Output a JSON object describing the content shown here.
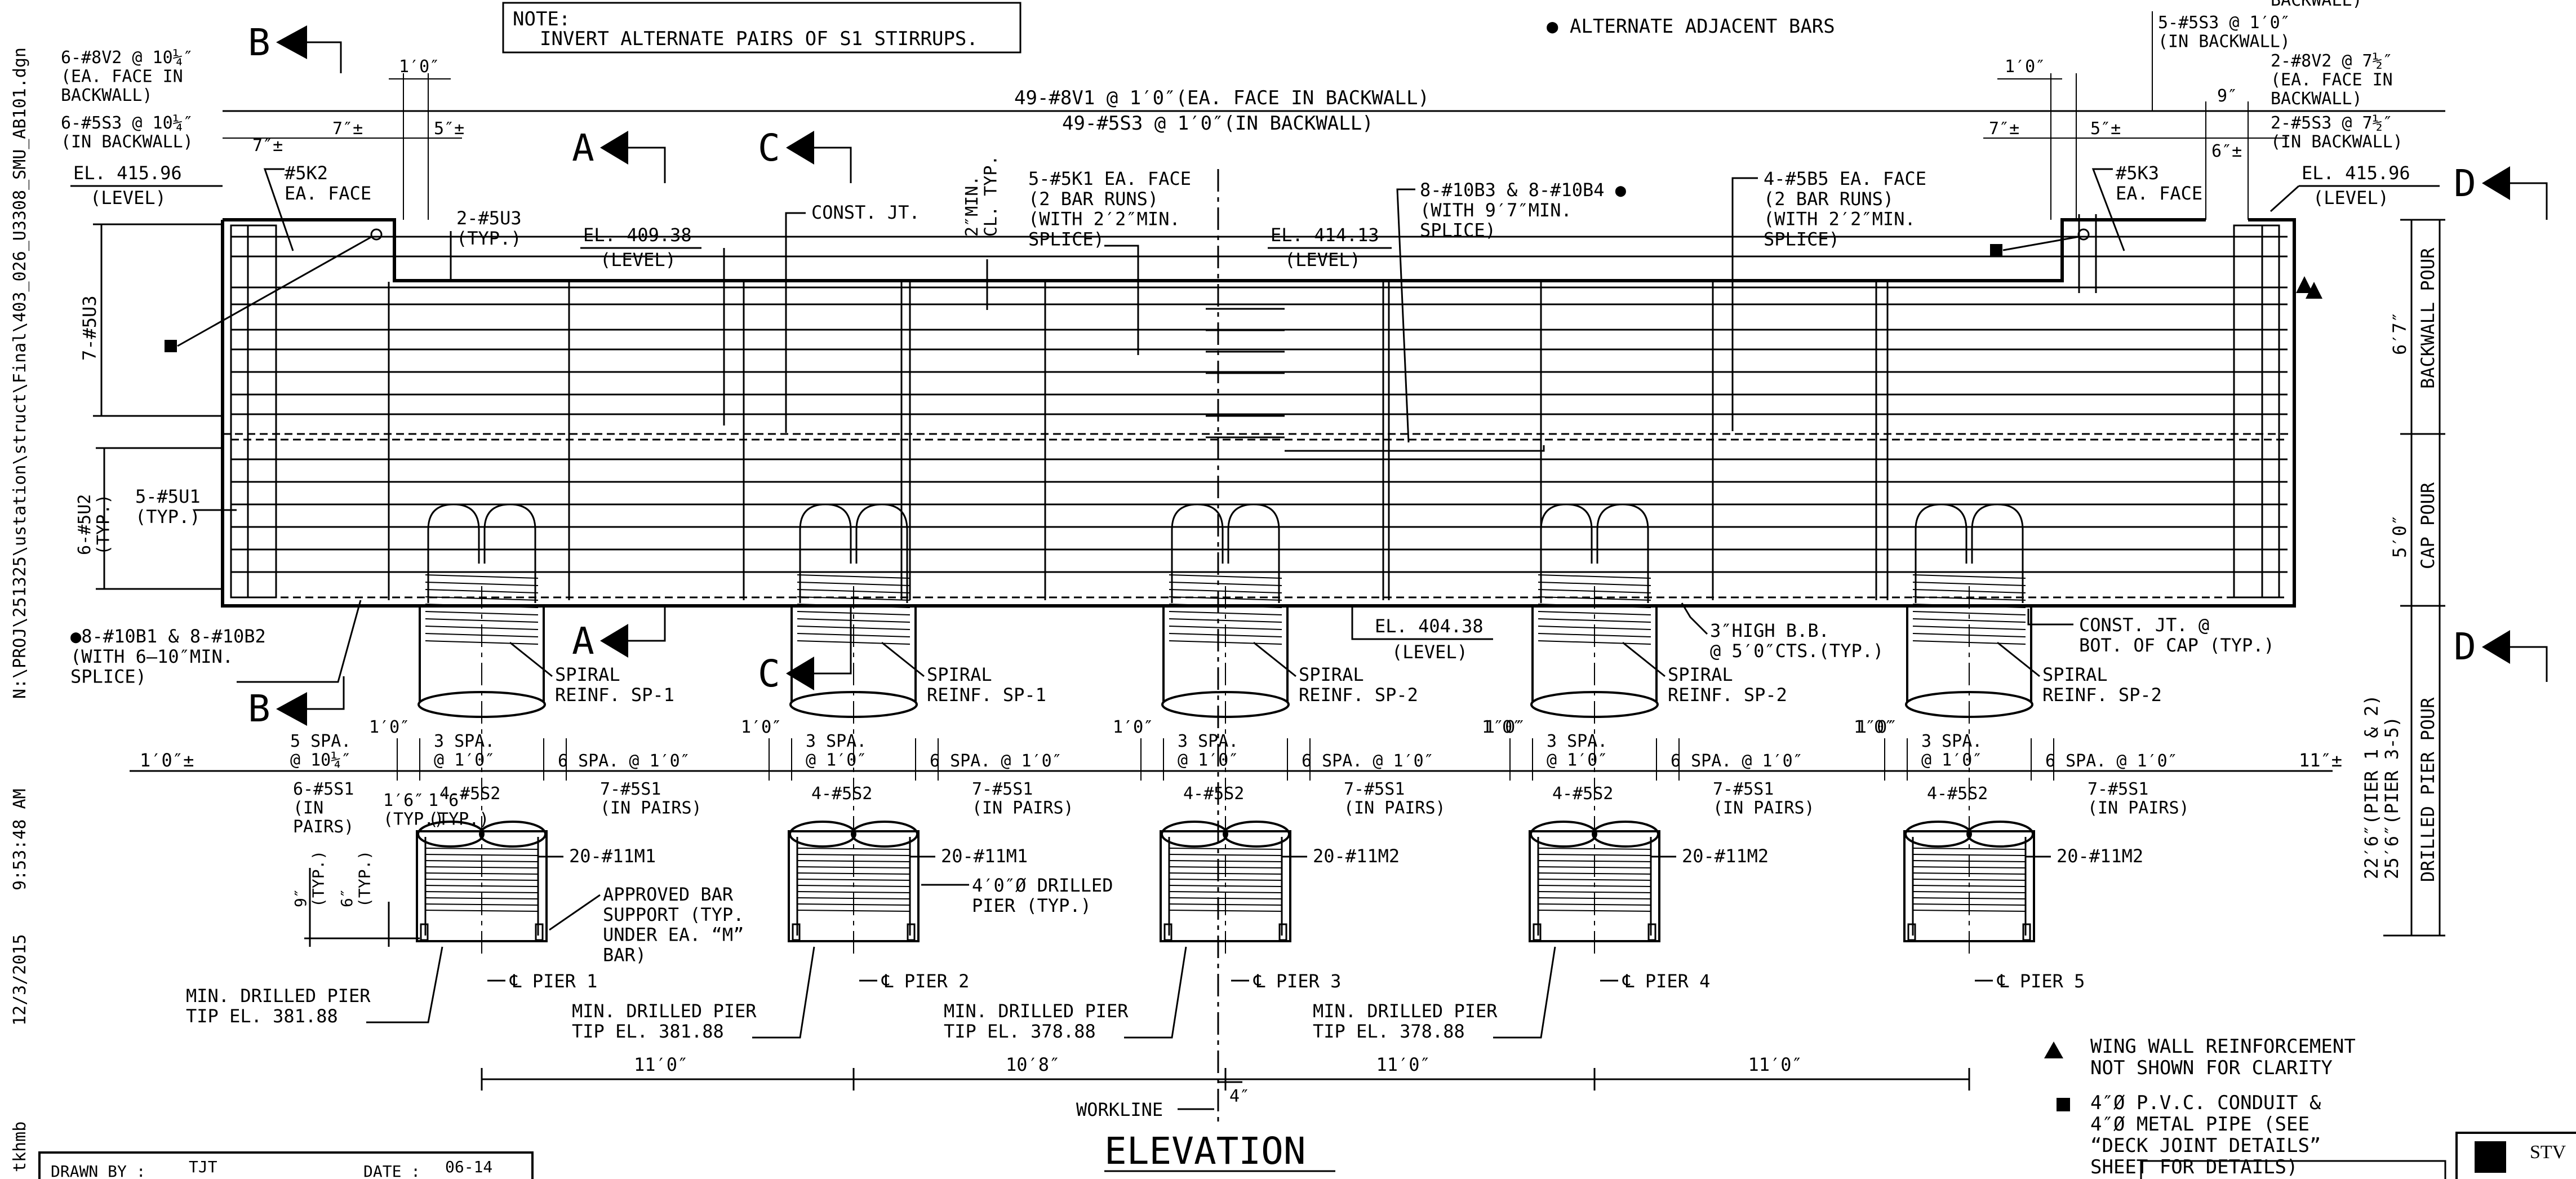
{
  "side_path": {
    "file": "N:\\PROJ\\251325\\ustation\\struct\\Final\\403_026_U3308_SMU_AB101.dgn",
    "time": "9:53:48 AM",
    "date": "12/3/2015",
    "user": "tkhmb"
  },
  "note": {
    "title": "NOTE:",
    "text": "INVERT ALTERNATE PAIRS OF S1 STIRRUPS."
  },
  "legend_top": "● ALTERNATE ADJACENT BARS",
  "top_labels": {
    "v1": "49-#8V1 @ 1′0″(EA. FACE IN BACKWALL)",
    "s3": "49-#5S3 @ 1′0″(IN BACKWALL)",
    "left_v2": "6-#8V2 @ 10¼″\n(EA. FACE IN\nBACKWALL)",
    "left_s3": "6-#5S3 @ 10¼″\n(IN BACKWALL)",
    "right_s3a": "5-#5S3 @ 1′0″\n(IN BACKWALL)",
    "right_v2": "2-#8V2 @ 7½″\n(EA. FACE IN\nBACKWALL)",
    "right_s3b": "2-#5S3 @ 7½″\n(IN BACKWALL)",
    "right_top_cut": "BACKWALL)"
  },
  "dims_top": {
    "left_1ft": "1′0″",
    "left_7": "7″±",
    "left_5": "5″±",
    "left_7b": "7″±",
    "right_1ft": "1′0″",
    "right_7": "7″±",
    "right_5": "5″±",
    "right_9": "9″",
    "right_6": "6″±"
  },
  "sections": {
    "A": "A",
    "B": "B",
    "C": "C",
    "D": "D"
  },
  "elevations": {
    "left": "EL. 415.96",
    "left_level": "(LEVEL)",
    "mid1": "EL. 409.38",
    "mid1_level": "(LEVEL)",
    "mid2": "EL. 414.13",
    "mid2_level": "(LEVEL)",
    "right": "EL. 415.96",
    "right_level": "(LEVEL)",
    "bot": "EL. 404.38",
    "bot_level": "(LEVEL)"
  },
  "callouts": {
    "k2": "#5K2\nEA. FACE",
    "u3": "2-#5U3\n(TYP.)",
    "const_jt": "CONST. JT.",
    "cl_min": "2″MIN.\nCL. TYP.",
    "k1": "5-#5K1 EA. FACE\n(2 BAR RUNS)\n(WITH 2′2″MIN.\nSPLICE)",
    "b3b4": "8-#10B3 & 8-#10B4 ●\n(WITH 9′7″MIN.\nSPLICE)",
    "b5": "4-#5B5 EA. FACE\n(2 BAR RUNS)\n(WITH 2′2″MIN.\nSPLICE)",
    "k3": "#5K3\nEA. FACE",
    "u3_left": "7-#5U3",
    "u2": "6-#5U2\n(TYP.)",
    "u1": "5-#5U1\n(TYP.)",
    "b1b2": "●8-#10B1 & 8-#10B2\n(WITH 6‒10″MIN.\nSPLICE)",
    "bb": "3″HIGH B.B.\n@ 5′0″CTS.(TYP.)",
    "const_jt2": "CONST. JT. @\nBOT. OF CAP (TYP.)"
  },
  "spirals": [
    "SPIRAL\nREINF. SP-1",
    "SPIRAL\nREINF. SP-1",
    "SPIRAL\nREINF. SP-2",
    "SPIRAL\nREINF. SP-2",
    "SPIRAL\nREINF. SP-2"
  ],
  "stirrup_dims": {
    "first": "1′0″±",
    "left_spa": "5 SPA.\n@ 10¼″",
    "left_s1": "6-#5S1\n(IN\nPAIRS)",
    "pier_spa": "3 SPA.\n@ 1′0″",
    "s2": "4-#5S2",
    "s1_spa": "6 SPA. @ 1′0″",
    "s1_bars": "7-#5S1\n(IN PAIRS)",
    "one_ft": "1′0″",
    "one_six": "1′6″\n(TYP.)",
    "last": "11″±"
  },
  "piers": [
    {
      "name": "℄ PIER 1",
      "bars": "20-#11M1",
      "tip": "MIN. DRILLED PIER\nTIP EL. 381.88"
    },
    {
      "name": "℄ PIER 2",
      "bars": "20-#11M1",
      "tip": "MIN. DRILLED PIER\nTIP EL. 381.88"
    },
    {
      "name": "℄ PIER 3",
      "bars": "20-#11M2",
      "tip": "MIN. DRILLED PIER\nTIP EL. 378.88"
    },
    {
      "name": "℄ PIER 4",
      "bars": "20-#11M2",
      "tip": "MIN. DRILLED PIER\nTIP EL. 378.88"
    },
    {
      "name": "℄ PIER 5",
      "bars": "20-#11M2",
      "tip": ""
    }
  ],
  "pier_notes": {
    "dia": "4′0″Ø DRILLED\nPIER (TYP.)",
    "support": "APPROVED BAR\nSUPPORT (TYP.\nUNDER EA. “M”\nBAR)",
    "dim9": "9″\n(TYP.)",
    "dim6": "6″\n(TYP.)"
  },
  "pier_spacing": [
    "11′0″",
    "10′8″",
    "11′0″",
    "11′0″"
  ],
  "workline": "WORKLINE",
  "workline_dim": "4″",
  "right_side": {
    "backwall_dim": "6′7″",
    "backwall": "BACKWALL POUR",
    "cap_dim": "5′0″",
    "cap": "CAP POUR",
    "pier_dim": "22′6″(PIER 1 & 2)\n25′6″(PIER 3-5)",
    "pier": "DRILLED PIER POUR"
  },
  "legend": {
    "wing": "WING WALL REINFORCEMENT\nNOT SHOWN FOR CLARITY",
    "conduit": "4″Ø P.V.C. CONDUIT &\n4″Ø METAL PIPE (SEE\n“DECK JOINT DETAILS”\nSHEET FOR DETAILS)"
  },
  "view_title": "ELEVATION",
  "title_block": {
    "drawn_by_label": "DRAWN BY :",
    "drawn_by": "TJT",
    "date_label": "DATE :",
    "date": "06-14",
    "logo": "STV"
  }
}
